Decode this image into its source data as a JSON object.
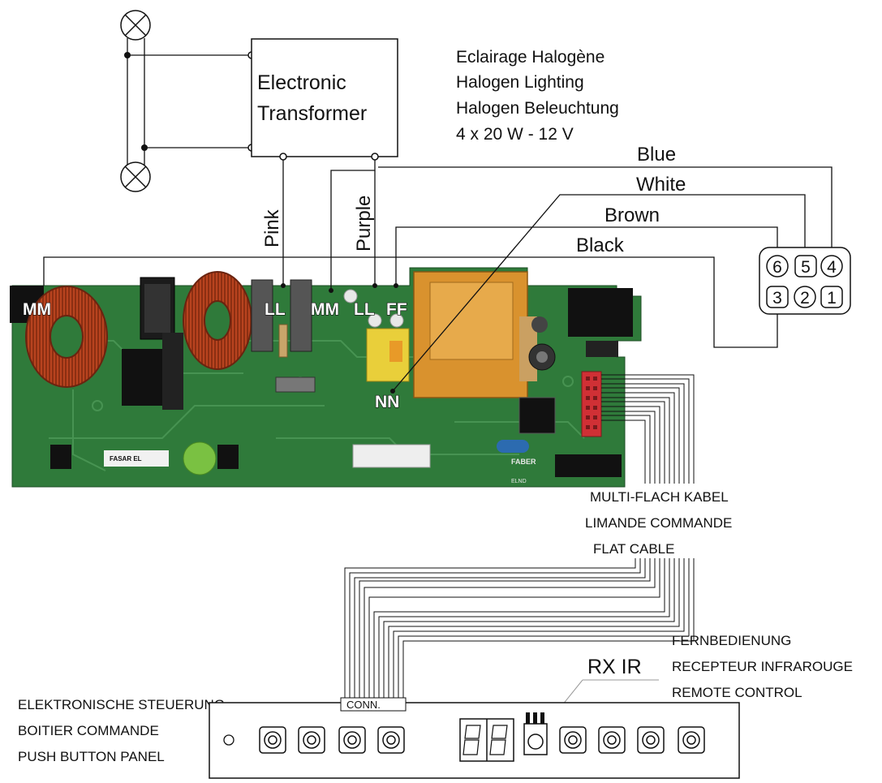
{
  "transformer": {
    "line1": "Electronic",
    "line2": "Transformer"
  },
  "lighting": {
    "fr": "Eclairage Halogène",
    "en": "Halogen Lighting",
    "de": "Halogen Beleuchtung",
    "spec": "4 x 20 W - 12 V"
  },
  "wires": {
    "pink": "Pink",
    "purple": "Purple",
    "blue": "Blue",
    "white": "White",
    "brown": "Brown",
    "black": "Black"
  },
  "board_pins": {
    "m1": "MM",
    "l1": "LL",
    "m2": "MM",
    "l2": "LL",
    "f": "FF",
    "n": "NN"
  },
  "connector_pins": [
    "6",
    "5",
    "4",
    "3",
    "2",
    "1"
  ],
  "flat_cable": {
    "de": "MULTI-FLACH KABEL",
    "fr": "LIMANDE COMMANDE",
    "en": "FLAT CABLE"
  },
  "remote": {
    "rx": "RX IR",
    "de": "FERNBEDIENUNG",
    "fr": "RECEPTEUR INFRAROUGE",
    "en": "REMOTE CONTROL"
  },
  "panel": {
    "de": "ELEKTRONISCHE STEUERUNG",
    "fr": "BOITIER COMMANDE",
    "en": "PUSH BUTTON PANEL",
    "conn": "CONN."
  },
  "board_marks": {
    "model": "FASAR EL",
    "brand": "FABER",
    "elnd": "ELND"
  },
  "colors": {
    "pcb": "#2f7a3a",
    "coil": "#b8431f",
    "transformer": "#d9922e",
    "wire": "#111111"
  }
}
